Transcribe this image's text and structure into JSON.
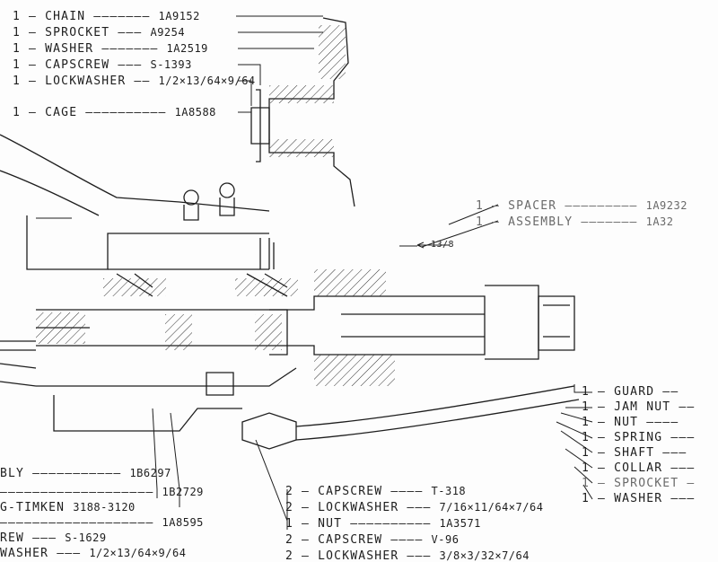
{
  "callouts_top_left": [
    {
      "qty": "1",
      "name": "CHAIN",
      "part": "1A9152"
    },
    {
      "qty": "1",
      "name": "SPROCKET",
      "part": "A9254"
    },
    {
      "qty": "1",
      "name": "WASHER",
      "part": "1A2519"
    },
    {
      "qty": "1",
      "name": "CAPSCREW",
      "part": "S-1393"
    },
    {
      "qty": "1",
      "name": "LOCKWASHER",
      "part": "1/2×13/64×9/64"
    },
    {
      "qty": "1",
      "name": "CAGE",
      "part": "1A8588"
    }
  ],
  "callouts_mid_right": [
    {
      "qty": "1",
      "name": "SPACER",
      "part": "1A9232"
    },
    {
      "qty": "1",
      "name": "ASSEMBLY",
      "part": "1A32"
    }
  ],
  "dimension_label": "13/8",
  "callouts_lower_right": [
    {
      "qty": "1",
      "name": "GUARD"
    },
    {
      "qty": "1",
      "name": "JAM NUT"
    },
    {
      "qty": "1",
      "name": "NUT"
    },
    {
      "qty": "1",
      "name": "SPRING"
    },
    {
      "qty": "1",
      "name": "SHAFT"
    },
    {
      "qty": "1",
      "name": "COLLAR"
    },
    {
      "qty": "1",
      "name": "SPROCKET"
    },
    {
      "qty": "1",
      "name": "WASHER"
    }
  ],
  "callouts_lower_left": [
    {
      "name": "BLY",
      "part": "1B6297"
    },
    {
      "name": "",
      "part": "1B2729"
    },
    {
      "name": "G-TIMKEN",
      "part": "3188-3120"
    },
    {
      "name": "",
      "part": "1A8595"
    },
    {
      "name": "REW",
      "part": "S-1629"
    },
    {
      "name": "WASHER",
      "part": "1/2×13/64×9/64"
    }
  ],
  "callouts_lower_center": [
    {
      "qty": "2",
      "name": "CAPSCREW",
      "part": "T-318"
    },
    {
      "qty": "2",
      "name": "LOCKWASHER",
      "part": "7/16×11/64×7/64"
    },
    {
      "qty": "1",
      "name": "NUT",
      "part": "1A3571"
    },
    {
      "qty": "2",
      "name": "CAPSCREW",
      "part": "V-96"
    },
    {
      "qty": "2",
      "name": "LOCKWASHER",
      "part": "3/8×3/32×7/64"
    }
  ]
}
